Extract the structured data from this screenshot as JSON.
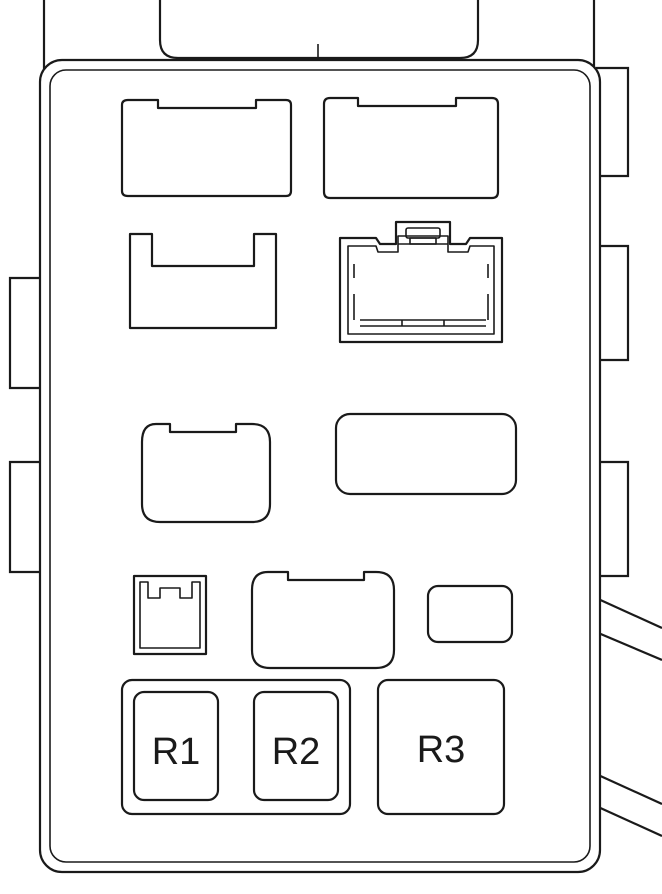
{
  "relays": {
    "r1": "R1",
    "r2": "R2",
    "r3": "R3"
  },
  "colors": {
    "line": "#1a1a1a",
    "background": "#ffffff"
  }
}
